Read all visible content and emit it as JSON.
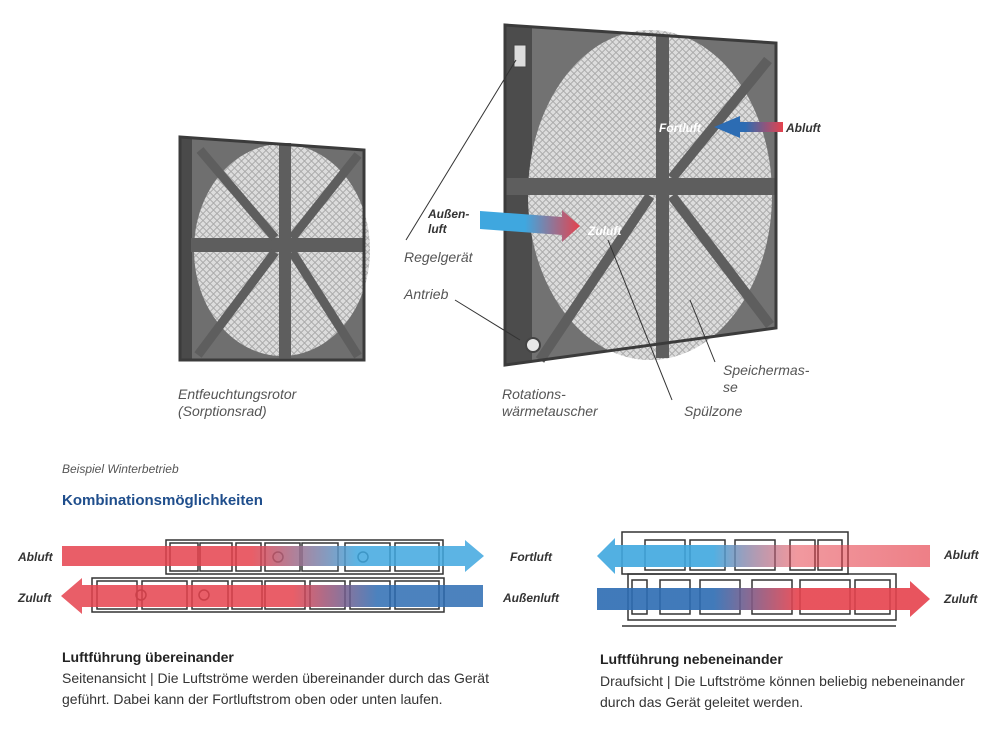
{
  "rotors": {
    "small_caption_1": "Entfeuchtungsrotor",
    "small_caption_2": "(Sorptionsrad)",
    "large_caption_1": "Rotations-",
    "large_caption_2": "wärmetauscher"
  },
  "labels": {
    "fortluft": "Fortluft",
    "abluft": "Abluft",
    "aussenluft_1": "Außen-",
    "aussenluft_2": "luft",
    "zuluft": "Zuluft",
    "regelgeraet": "Regelgerät",
    "antrieb": "Antrieb",
    "speichermasse_1": "Speichermas-",
    "speichermasse_2": "se",
    "spuelzone": "Spülzone"
  },
  "example_note": "Beispiel Winterbetrieb",
  "section_title": "Kombinationsmöglichkeiten",
  "left_diagram": {
    "abluft": "Abluft",
    "zuluft": "Zuluft",
    "fortluft": "Fortluft",
    "aussenluft": "Außenluft",
    "title": "Luftführung übereinander",
    "text_1": "Seitenansicht | Die Luftströme werden übereinander durch das Gerät",
    "text_2": "geführt. Dabei kann der Fortluftstrom oben oder unten laufen."
  },
  "right_diagram": {
    "abluft": "Abluft",
    "zuluft": "Zuluft",
    "title": "Luftführung nebeneinander",
    "text_1": "Draufsicht | Die Luftströme können beliebig nebeneinander",
    "text_2": "durch das Gerät geleitet werden."
  },
  "colors": {
    "red": "#e5424d",
    "blue": "#2c6cb3",
    "lightblue": "#3fa7df",
    "heading": "#1f4e8c"
  }
}
